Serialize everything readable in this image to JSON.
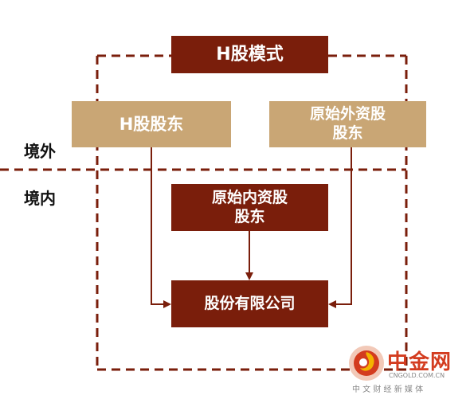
{
  "diagram": {
    "title": "H股模式",
    "nodes": {
      "h_shareholders": "H股股东",
      "foreign_original_shareholders": [
        "原始外资股",
        "股东"
      ],
      "domestic_original_shareholders": [
        "原始内资股",
        "股东"
      ],
      "company": "股份有限公司"
    },
    "zones": {
      "outside": "境外",
      "inside": "境内"
    }
  },
  "watermark": {
    "brand": "中金网",
    "domain": "CNGOLD.COM.CN",
    "tagline": "中 文 财 经 新 媒 体"
  },
  "colors": {
    "dark_box": "#7a1e0b",
    "tan_box": "#c9a675",
    "line": "#7a1e0b",
    "watermark_red": "#d33c1f"
  }
}
